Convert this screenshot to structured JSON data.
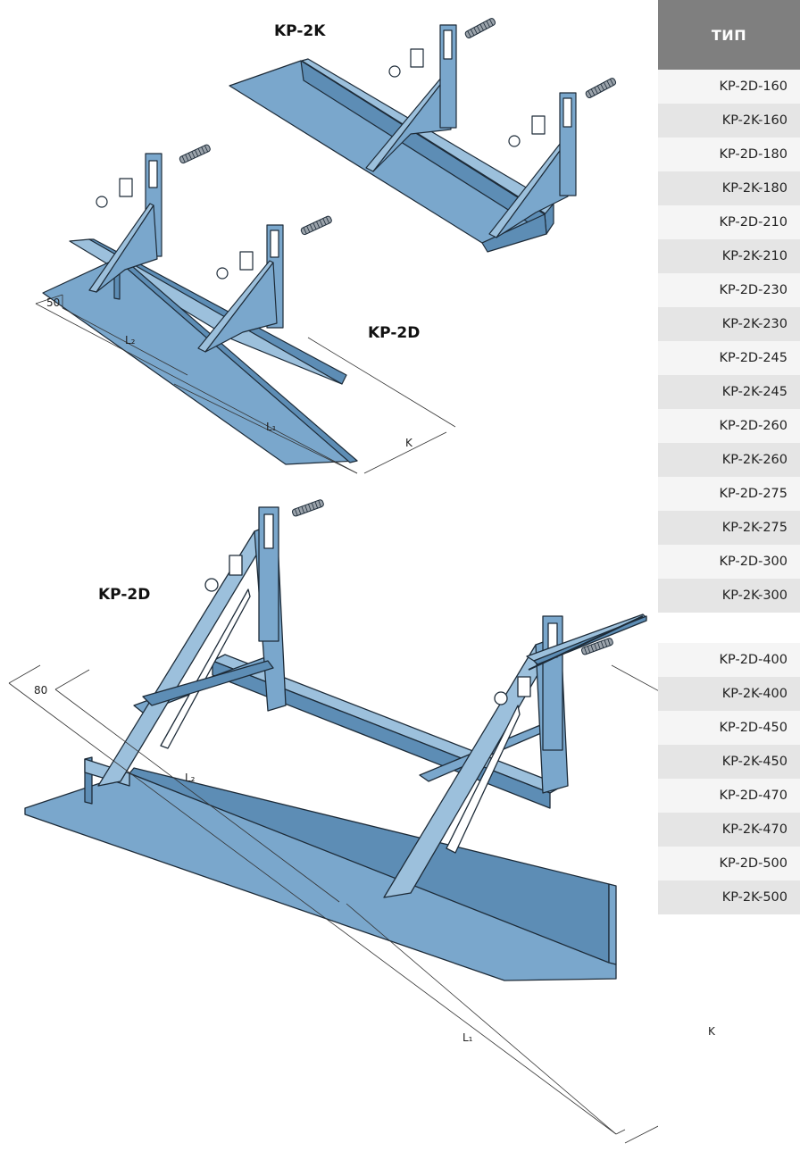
{
  "labels": {
    "top_variant": "KP-2K",
    "middle_variant": "KP-2D",
    "bottom_variant": "KP-2D"
  },
  "dimensions": {
    "middle": {
      "offset": "50",
      "l2": "L₂",
      "l1": "L₁",
      "k": "K"
    },
    "bottom": {
      "offset": "80",
      "l2": "L₂",
      "l1": "L₁",
      "k": "K"
    }
  },
  "table": {
    "header": "ТИП",
    "group1": [
      "KP-2D-160",
      "KP-2K-160",
      "KP-2D-180",
      "KP-2K-180",
      "KP-2D-210",
      "KP-2K-210",
      "KP-2D-230",
      "KP-2K-230",
      "KP-2D-245",
      "KP-2K-245",
      "KP-2D-260",
      "KP-2K-260",
      "KP-2D-275",
      "KP-2K-275",
      "KP-2D-300",
      "KP-2K-300"
    ],
    "group2": [
      "KP-2D-400",
      "KP-2K-400",
      "KP-2D-450",
      "KP-2K-450",
      "KP-2D-470",
      "KP-2K-470",
      "KP-2D-500",
      "KP-2K-500"
    ]
  },
  "colors": {
    "steel_fill": "#7aa7cc",
    "steel_dark": "#5d8db5",
    "steel_light": "#9cc0dc",
    "outline": "#1d2b38",
    "table_header": "#7f7f7f"
  }
}
